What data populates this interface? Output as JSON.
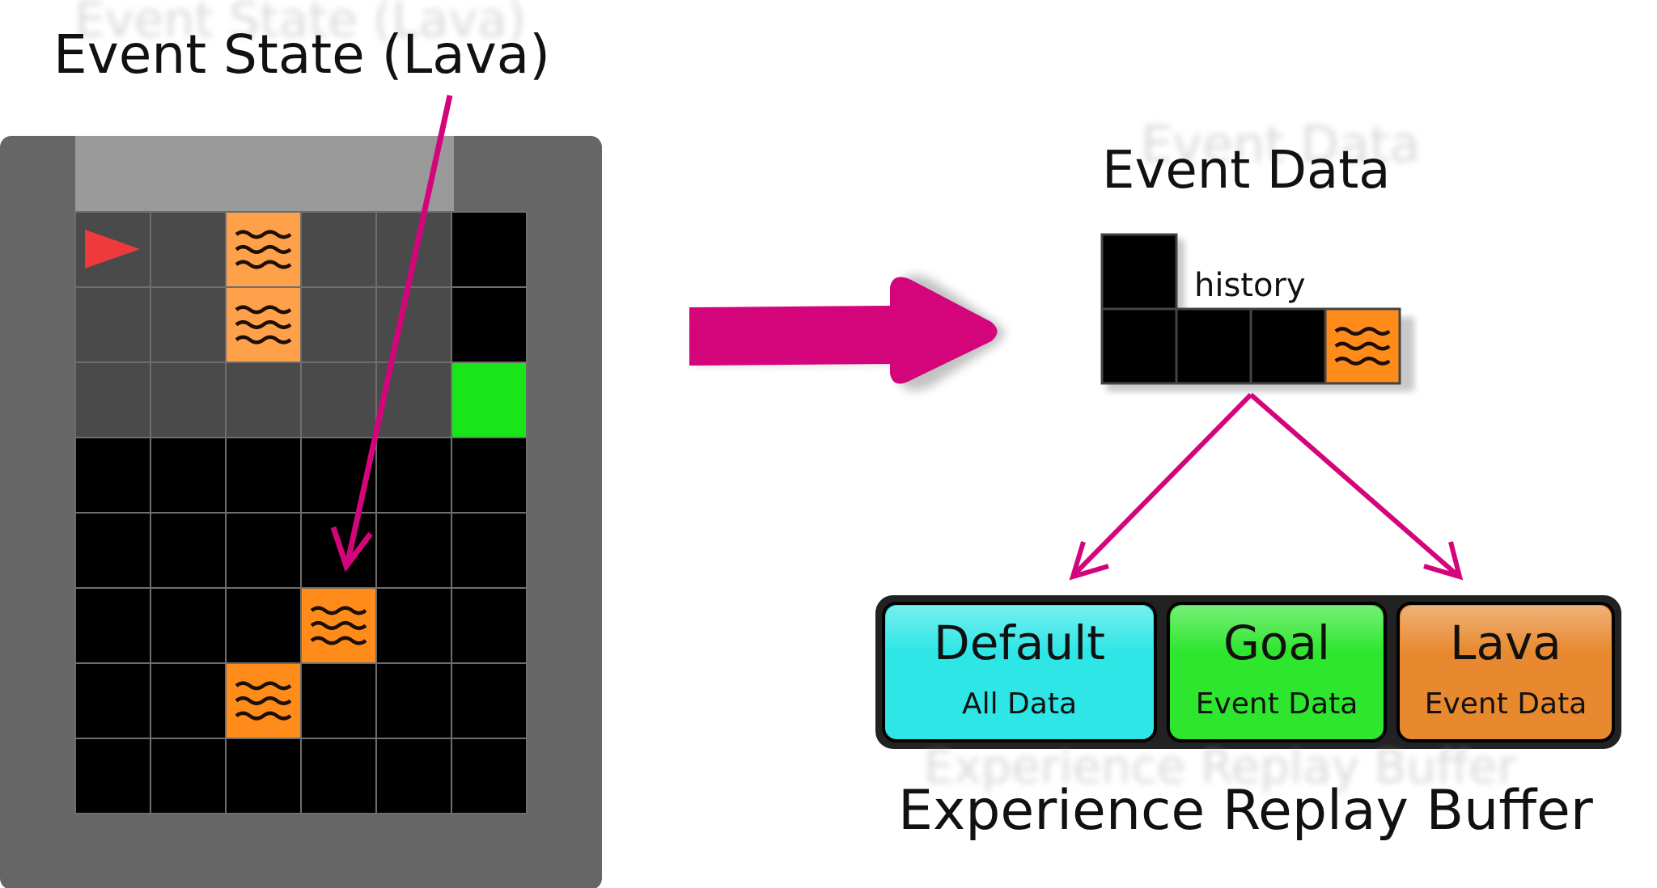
{
  "title_event_state": "Event State (Lava)",
  "title_event_data": "Event Data",
  "history_label": "history",
  "buffer_title": "Experience Replay Buffer",
  "buffers": [
    {
      "title": "Default",
      "subtitle": "All Data",
      "color": "#2ee6e6"
    },
    {
      "title": "Goal",
      "subtitle": "Event Data",
      "color": "#2ee62e"
    },
    {
      "title": "Lava",
      "subtitle": "Event Data",
      "color": "#e8892f"
    }
  ],
  "colors": {
    "accent_arrow": "#d4057a",
    "lava": "#ff8c1a",
    "lava_lit": "#ffa04a",
    "goal": "#19e619",
    "agent": "#ee3a3a",
    "frame": "#666666",
    "cell_dark": "#000000",
    "cell_lit": "#4a4a4a"
  },
  "grid": {
    "rows": 8,
    "cols": 6,
    "lava_cells": [
      [
        0,
        2
      ],
      [
        1,
        2
      ],
      [
        5,
        3
      ],
      [
        6,
        2
      ]
    ],
    "goal_cell": [
      2,
      5
    ],
    "agent_cell": [
      0,
      0
    ],
    "agent_icon": "triangle-right-icon",
    "lava_icon": "wave-icon"
  },
  "history_cells": [
    "empty",
    "empty",
    "empty",
    "empty",
    "lava"
  ]
}
